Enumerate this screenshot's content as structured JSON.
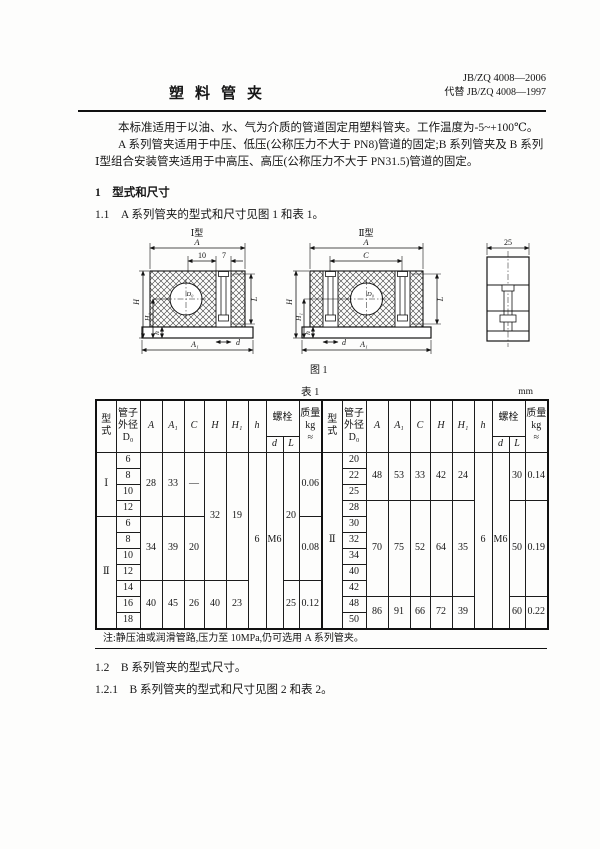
{
  "header": {
    "code": "JB/ZQ 4008—2006",
    "replaces": "代替 JB/ZQ 4008—1997",
    "title": "塑料管夹"
  },
  "intro": {
    "p1": "本标准适用于以油、水、气为介质的管道固定用塑料管夹。工作温度为-5~+100℃。",
    "p2": "A 系列管夹适用于中压、低压(公称压力不大于 PN8)管道的固定;B 系列管夹及 B 系列Ⅰ型组合安装管夹适用于中高压、高压(公称压力不大于 PN31.5)管道的固定。"
  },
  "sections": {
    "s1": "1　型式和尺寸",
    "s1_1": "1.1　A 系列管夹的型式和尺寸见图 1 和表 1。",
    "s1_2": "1.2　B 系列管夹的型式尺寸。",
    "s1_2_1": "1.2.1　B 系列管夹的型式和尺寸见图 2 和表 2。"
  },
  "figure1": {
    "caption": "图 1",
    "view1_label": "Ⅰ型",
    "view2_label": "Ⅱ型",
    "dims": {
      "A": "A",
      "ten": "10",
      "seven": "7",
      "C": "C",
      "H": "H",
      "H1": "H₁",
      "h": "h",
      "L": "L",
      "A1": "A₁",
      "d": "d",
      "D0": "D₀",
      "side": "25"
    }
  },
  "table1": {
    "caption": "表 1",
    "unit": "mm",
    "headers": {
      "type": "型式",
      "pipe": "管子\n外径\nD₀",
      "A": "A",
      "A1": "A₁",
      "C": "C",
      "H": "H",
      "H1": "H₁",
      "h": "h",
      "bolt": "螺栓",
      "d": "d",
      "L": "L",
      "mass": "质量\nkg\n≈"
    },
    "left": {
      "type1": "Ⅰ",
      "type2": "Ⅱ",
      "g1": {
        "d0": [
          "6",
          "8",
          "10",
          "12"
        ],
        "A": "28",
        "A1": "33",
        "C": "—",
        "mass": "0.06"
      },
      "g2": {
        "d0": [
          "6",
          "8",
          "10",
          "12"
        ],
        "A": "34",
        "A1": "39",
        "C": "20",
        "mass": "0.08"
      },
      "g3": {
        "d0": [
          "14",
          "16",
          "18"
        ],
        "A": "40",
        "A1": "45",
        "C": "26",
        "H": "40",
        "H1": "23",
        "L": "25",
        "mass": "0.12"
      },
      "H12": "32",
      "H112": "19",
      "L12": "20",
      "h": "6",
      "boltd": "M6"
    },
    "right": {
      "type": "Ⅱ",
      "g1": {
        "d0": [
          "20",
          "22",
          "25"
        ],
        "A": "48",
        "A1": "53",
        "C": "33",
        "H": "42",
        "H1": "24",
        "L": "30",
        "mass": "0.14"
      },
      "g2": {
        "d0": [
          "28",
          "30",
          "32",
          "34",
          "40",
          "42"
        ],
        "A": "70",
        "A1": "75",
        "C": "52",
        "H": "64",
        "H1": "35",
        "L": "50",
        "mass": "0.19"
      },
      "g3": {
        "d0": [
          "48",
          "50"
        ],
        "A": "86",
        "A1": "91",
        "C": "66",
        "H": "72",
        "H1": "39",
        "L": "60",
        "mass": "0.22"
      },
      "h": "6",
      "boltd": "M6"
    },
    "note": "注:静压油或润滑管路,压力至 10MPa,仍可选用 A 系列管夹。"
  }
}
